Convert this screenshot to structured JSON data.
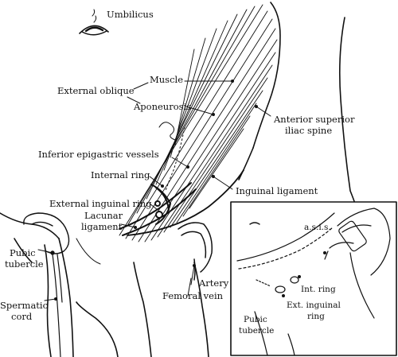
{
  "labels": {
    "umbilicus": "Umbilicus",
    "muscle": "Muscle",
    "external_oblique": "External oblique",
    "aponeurosis": "Aponeurosis",
    "asis_line1": "Anterior superior",
    "asis_line2": "iliac spine",
    "inferior_epigastric": "Inferior epigastric vessels",
    "internal_ring": "Internal ring",
    "inguinal_ligament": "Inguinal ligament",
    "external_inguinal_ring": "External inguinal ring",
    "lacunar_line1": "Lacunar",
    "lacunar_line2": "ligament",
    "pubic_tubercle_line1": "Pubic",
    "pubic_tubercle_line2": "tubercle",
    "artery": "Artery",
    "femoral_vein": "Femoral vein",
    "spermatic_line1": "Spermatic",
    "spermatic_line2": "cord"
  },
  "inset": {
    "asis": "a.s.i.s.",
    "int_ring": "Int. ring",
    "ext_inguinal_line1": "Ext. inguinal",
    "ext_inguinal_line2": "ring",
    "pubic_line1": "Pubic",
    "pubic_line2": "tubercle"
  }
}
